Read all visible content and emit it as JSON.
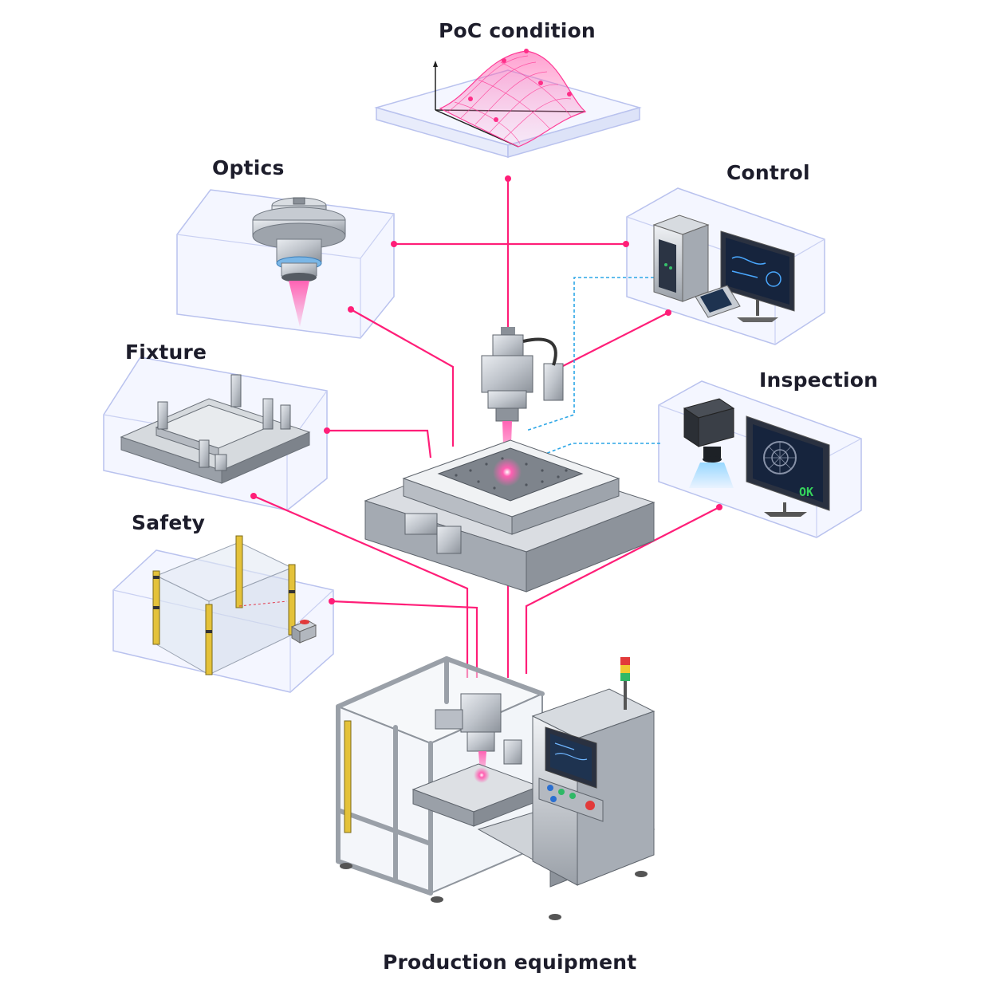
{
  "labels": {
    "poc": "PoC condition",
    "optics": "Optics",
    "control": "Control",
    "fixture": "Fixture",
    "inspection": "Inspection",
    "safety": "Safety",
    "production": "Production equipment"
  },
  "screen_text": {
    "inspection_ok": "OK"
  },
  "colors": {
    "connector": "#ff1e78",
    "data_link": "#2ba6e6",
    "panel_edge": "#b9c2ee",
    "panel_fill": "#f4f6ff",
    "metal": "#b9bec6",
    "metal_dark": "#6f7680",
    "laser": "#ff3fa2",
    "screen": "#16243d",
    "ok_text": "#36d35c",
    "safety_yellow": "#e4c23a"
  },
  "icons": {
    "poc": "3d-surface-plot-icon",
    "optics": "laser-lens-icon",
    "control": "controller-and-monitor-icon",
    "fixture": "fixture-plate-icon",
    "inspection": "camera-and-monitor-icon",
    "safety": "safety-fence-icon",
    "production": "production-machine-icon"
  }
}
